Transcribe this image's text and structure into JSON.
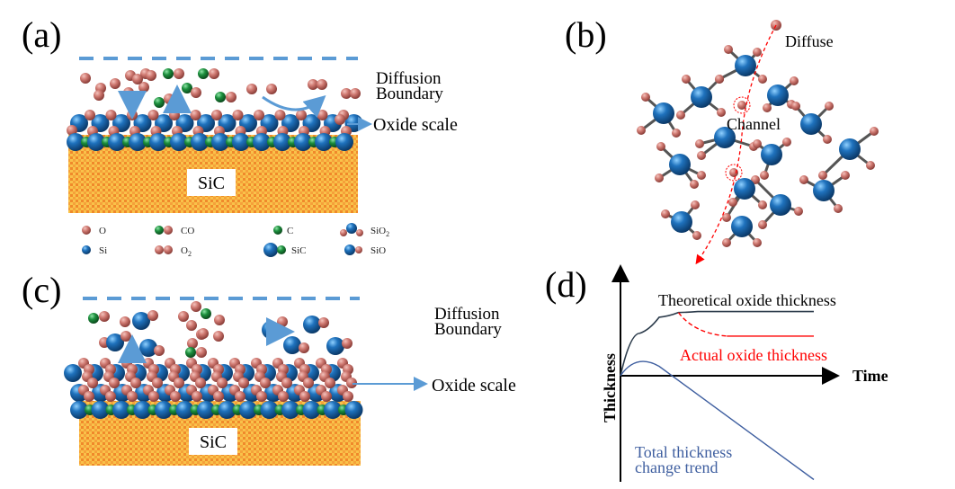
{
  "panels": {
    "a": {
      "label": "(a)",
      "boundary_label_1": "Diffusion",
      "boundary_label_2": "Boundary",
      "oxide_label": "Oxide scale",
      "substrate_label": "SiC"
    },
    "b": {
      "label": "(b)",
      "diffuse_label": "Diffuse",
      "channel_label": "Channel"
    },
    "c": {
      "label": "(c)",
      "boundary_label_1": "Diffusion",
      "boundary_label_2": "Boundary",
      "oxide_label": "Oxide scale",
      "substrate_label": "SiC"
    },
    "d": {
      "label": "(d)"
    }
  },
  "legend": [
    {
      "symbol": "O",
      "label": "O"
    },
    {
      "symbol": "Si",
      "label": "Si"
    },
    {
      "symbol": "CO",
      "label": "CO"
    },
    {
      "symbol": "O2",
      "label": "O",
      "sub": "2"
    },
    {
      "symbol": "C",
      "label": "C"
    },
    {
      "symbol": "SiC",
      "label": "SiC"
    },
    {
      "symbol": "SiO2",
      "label": "SiO",
      "sub": "2"
    },
    {
      "symbol": "SiO",
      "label": "SiO"
    }
  ],
  "colors": {
    "oxygen": "#c8706a",
    "silicon": "#1f6fb5",
    "carbon": "#1a8a3a",
    "boundary": "#5b9bd5",
    "substrate": "#f7b733",
    "substrate_pattern": "#f08a2a",
    "theoretical": "#333333",
    "actual": "#ff0000",
    "total": "#3f5fa0",
    "diffuse_path": "#ff0000"
  },
  "chart_data": {
    "type": "line",
    "title": "",
    "xlabel": "Time",
    "ylabel": "Thickness",
    "grid": false,
    "series": [
      {
        "name": "Theoretical oxide thickness",
        "style": "solid",
        "x": [
          0,
          0.1,
          0.2,
          0.3,
          0.4,
          1.0
        ],
        "y": [
          0,
          0.45,
          0.62,
          0.67,
          0.68,
          0.68
        ]
      },
      {
        "name": "Actual oxide thickness",
        "style": "dashed-then-solid",
        "x": [
          0.3,
          0.35,
          0.45,
          0.55,
          1.0
        ],
        "y": [
          0.67,
          0.55,
          0.45,
          0.42,
          0.42
        ]
      },
      {
        "name": "Total thickness change trend",
        "style": "solid",
        "x": [
          0,
          0.1,
          0.2,
          0.3,
          0.5,
          0.7,
          0.9,
          1.0
        ],
        "y": [
          0,
          0.14,
          0.1,
          0.0,
          -0.25,
          -0.55,
          -0.85,
          -1.0
        ]
      }
    ],
    "annotations": [
      "Theoretical oxide thickness",
      "Actual oxide thickness",
      "Total thickness change trend"
    ]
  }
}
